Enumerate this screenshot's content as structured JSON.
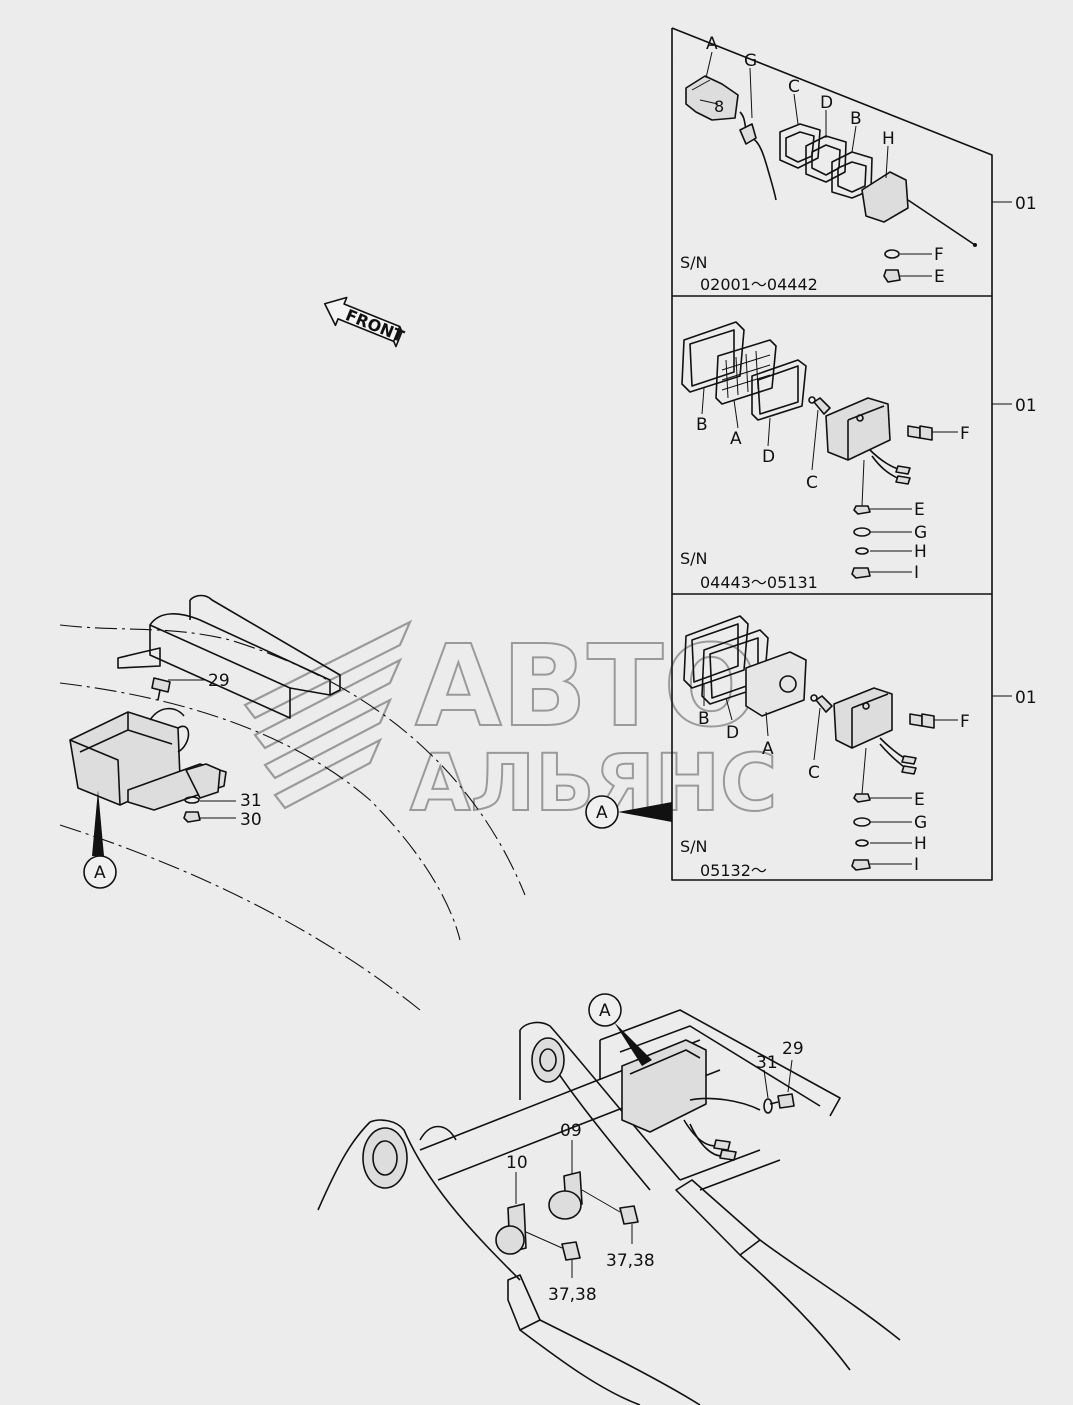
{
  "front_arrow": {
    "label": "FRONT"
  },
  "watermark": {
    "line1": "АВТО",
    "line2": "АЛЬЯНС"
  },
  "panels": [
    {
      "sn_label": "S/N",
      "sn_range": "02001～04442",
      "ref": "01",
      "parts": [
        "A",
        "G",
        "C",
        "D",
        "B",
        "H",
        "F",
        "E"
      ]
    },
    {
      "sn_label": "S/N",
      "sn_range": "04443～05131",
      "ref": "01",
      "parts": [
        "B",
        "A",
        "D",
        "C",
        "F",
        "E",
        "G",
        "H",
        "I"
      ]
    },
    {
      "sn_label": "S/N",
      "sn_range": "05132～",
      "ref": "01",
      "parts": [
        "B",
        "D",
        "A",
        "C",
        "F",
        "E",
        "G",
        "H",
        "I"
      ]
    }
  ],
  "callouts": {
    "detail_a": "A",
    "left_bolt": "29",
    "left_washer": "31",
    "left_nut": "30",
    "bottom_bolt": "29",
    "bottom_washer": "31",
    "bracket_09": "09",
    "bracket_10": "10",
    "bolts_right": "37,38",
    "bolts_left": "37,38"
  }
}
